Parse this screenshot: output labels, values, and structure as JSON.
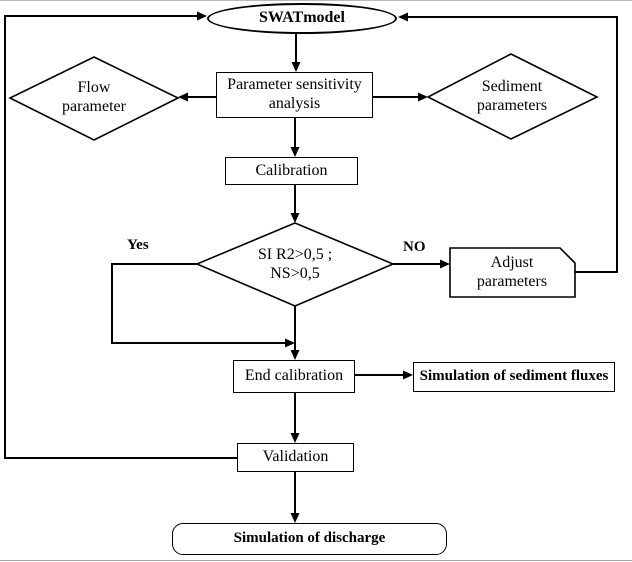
{
  "colors": {
    "line": "#000000",
    "background": "#ffffff",
    "text": "#000000"
  },
  "nodes": {
    "swat_model": {
      "label": "SWATmodel",
      "shape": "ellipse"
    },
    "param_sensitivity": {
      "label": "Parameter sensitivity\nanalysis",
      "shape": "rect"
    },
    "flow_parameter": {
      "label": "Flow\nparameter",
      "shape": "diamond"
    },
    "sediment_parameters": {
      "label": "Sediment\nparameters",
      "shape": "diamond"
    },
    "calibration": {
      "label": "Calibration",
      "shape": "rect"
    },
    "decision": {
      "label": "SI R2>0,5 ;\nNS>0,5",
      "shape": "diamond"
    },
    "adjust_parameters": {
      "label": "Adjust\nparameters",
      "shape": "rect-beveled-corner"
    },
    "end_calibration": {
      "label": "End calibration",
      "shape": "rect"
    },
    "sediment_fluxes": {
      "label": "Simulation of sediment fluxes",
      "shape": "rect"
    },
    "validation": {
      "label": "Validation",
      "shape": "rect"
    },
    "discharge": {
      "label": "Simulation of discharge",
      "shape": "rounded-rect"
    }
  },
  "edge_labels": {
    "yes": "Yes",
    "no": "NO"
  }
}
